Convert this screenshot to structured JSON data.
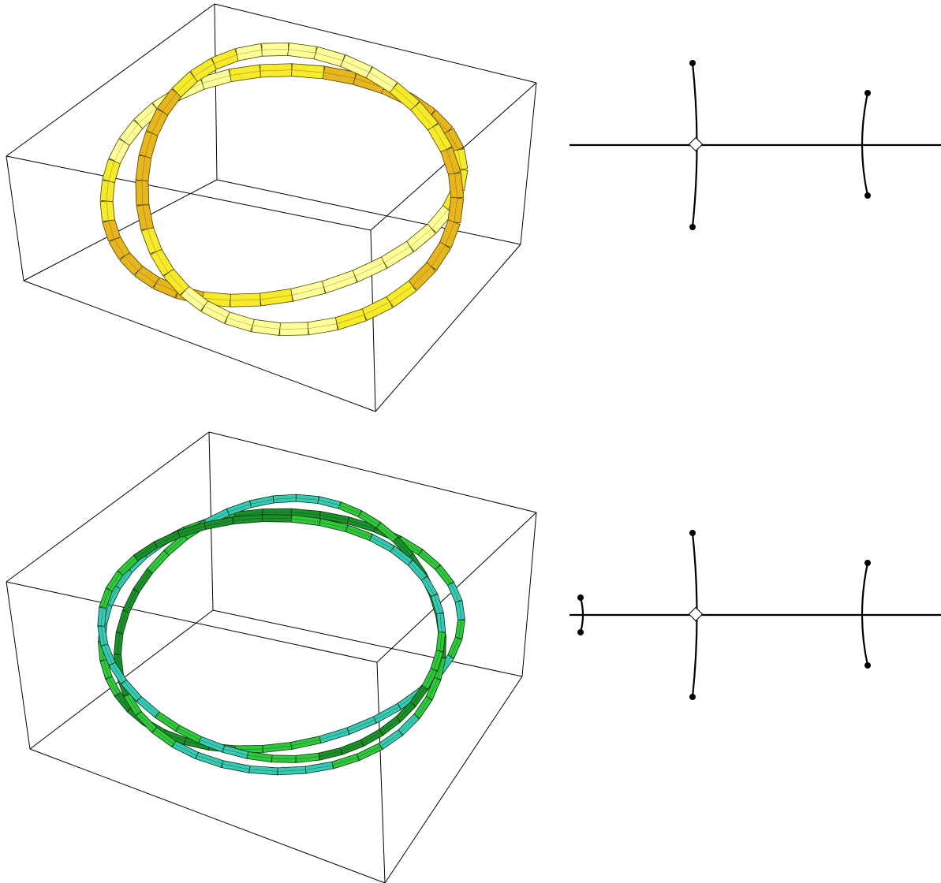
{
  "figures": [
    {
      "id": "top",
      "ribbon_colors": {
        "fill": "#f6ea2a",
        "shade": "#e7b51d",
        "edge": "#4a4200",
        "highlight": "#ffff9a"
      },
      "tube_loops": 2,
      "diagram": {
        "segments": [
          {
            "role": "main-axis"
          },
          {
            "role": "crossing-arc"
          },
          {
            "role": "right-arc"
          }
        ],
        "has_left_arc": false
      }
    },
    {
      "id": "bottom",
      "ribbon_colors": {
        "fill": "#2ec83a",
        "shade": "#1b8f2a",
        "edge": "#0a3310",
        "highlight": "#36c9b5"
      },
      "tube_loops": 3,
      "diagram": {
        "segments": [
          {
            "role": "main-axis"
          },
          {
            "role": "crossing-arc"
          },
          {
            "role": "right-arc"
          },
          {
            "role": "left-arc"
          }
        ],
        "has_left_arc": true
      }
    }
  ],
  "box_color": "#000000",
  "diagram_color": "#000000"
}
